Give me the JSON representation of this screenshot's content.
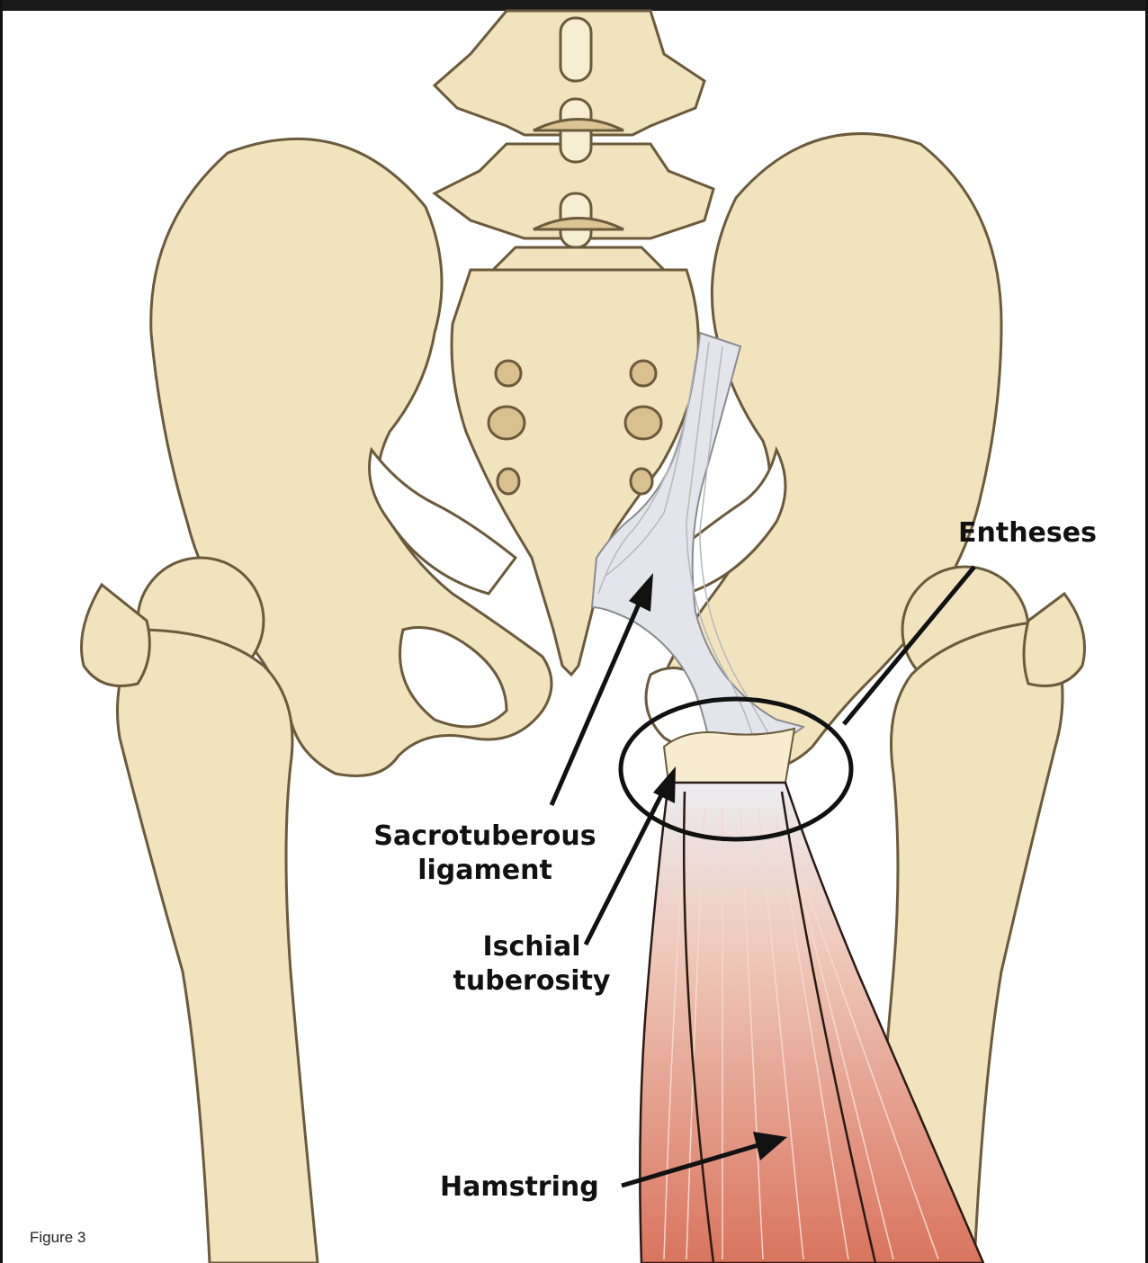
{
  "labels": {
    "entheses": "Entheses",
    "sacrotuberous_line1": "Sacrotuberous",
    "sacrotuberous_line2": "ligament",
    "ischial_line1": "Ischial",
    "ischial_line2": "tuberosity",
    "hamstring": "Hamstring"
  },
  "caption": "Figure 3",
  "colors": {
    "bone": "#f2e3bf",
    "bone_shadow": "#dcc594",
    "bone_outline": "#6b5a3c",
    "ligament": "#e4e5ea",
    "muscle": "#d9745e",
    "muscle_light": "#e89a85",
    "ink": "#111111"
  }
}
